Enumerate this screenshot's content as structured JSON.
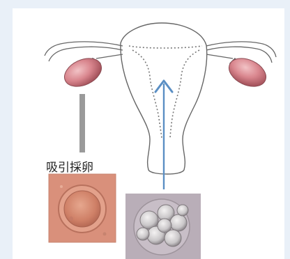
{
  "oocyte_retrieval_label": "吸引採卵",
  "colors": {
    "background": "#e9f0f8",
    "uterus_outline": "#666666",
    "ovary_fill": "#d9868e",
    "retrieval_arrow": "#9a9a9a",
    "transfer_arrow": "#5b8fc4",
    "oocyte_photo_bg": "#d9907b",
    "embryo_photo_bg": "#b9aeb8"
  },
  "icons": [
    "uterus-diagram",
    "left-ovary",
    "right-ovary",
    "retrieval-arrow-icon",
    "transfer-arrow-icon",
    "oocyte-photo",
    "embryo-photo"
  ]
}
